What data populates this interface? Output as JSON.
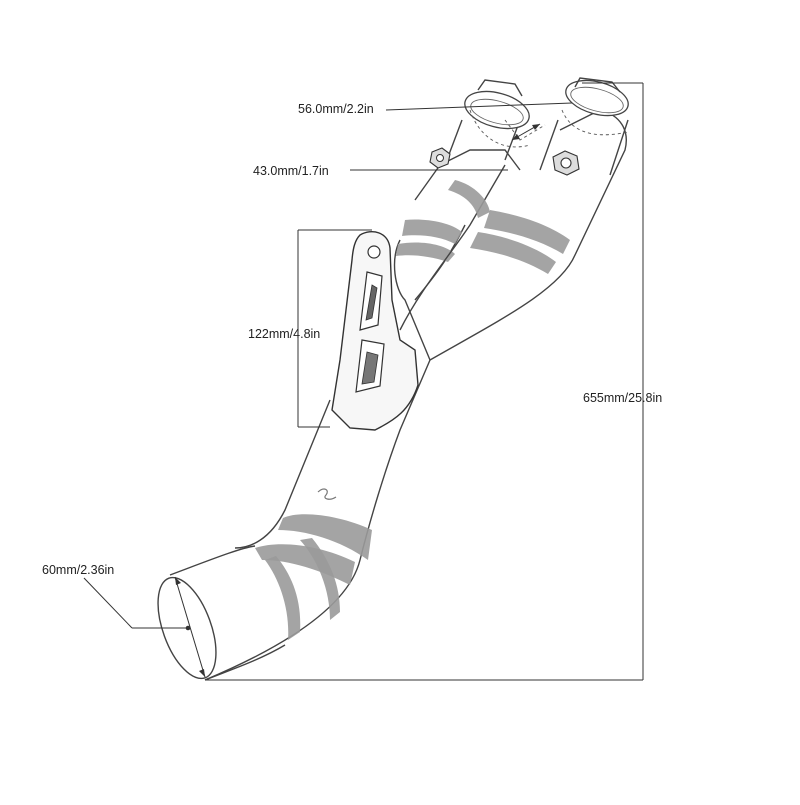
{
  "dimensions": {
    "outlet_diameter": "56.0mm/2.2in",
    "inner_diameter": "43.0mm/1.7in",
    "bracket_height": "122mm/4.8in",
    "total_height": "655mm/25.8in",
    "inlet_diameter": "60mm/2.36in"
  }
}
